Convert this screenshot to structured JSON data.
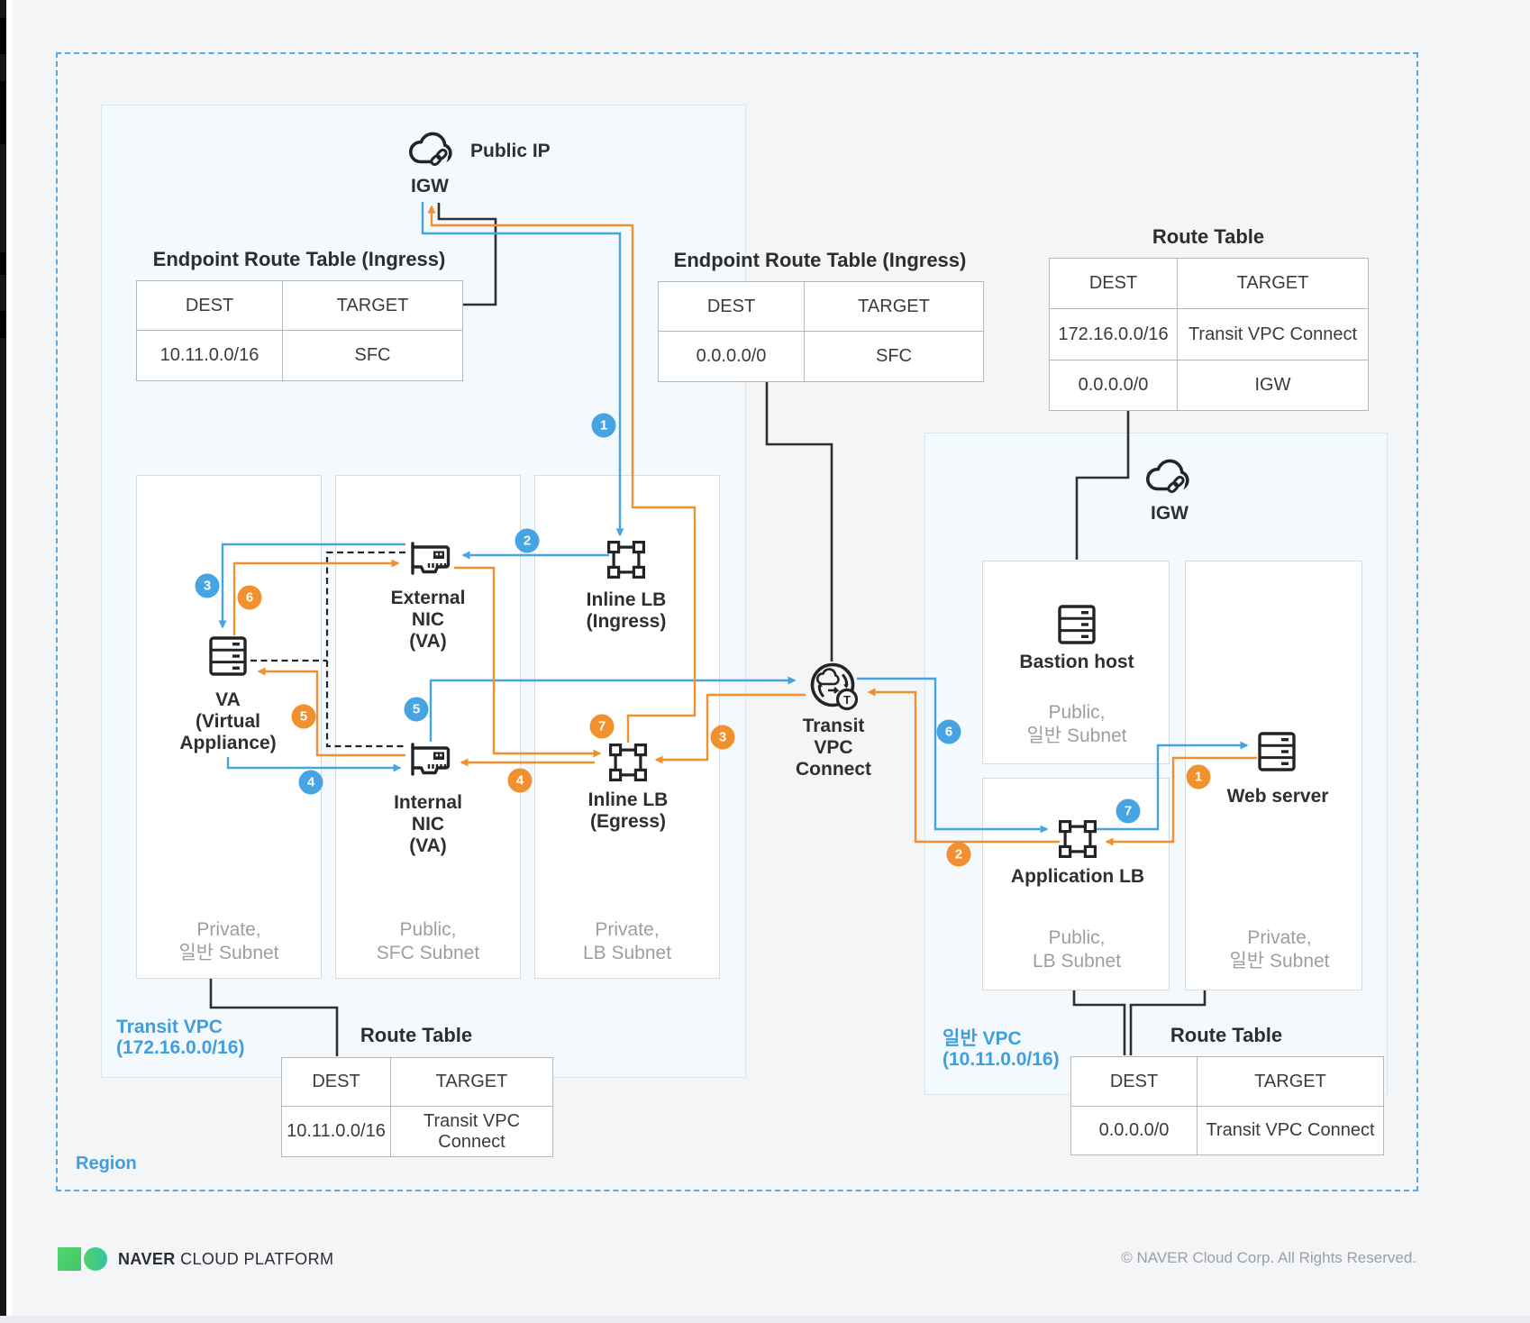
{
  "colors": {
    "accent_blue": "#45a4e1",
    "accent_orange": "#f0902e",
    "line_black": "#2e2f31",
    "vpc_fill": "#f3f9fd",
    "region_border": "#5aaadf",
    "subnet_text_gray": "#9b9fa4",
    "brand_green": "#49d166"
  },
  "region": {
    "label": "Region"
  },
  "public_ip_cloud": {
    "label": "Public IP",
    "gateway": "IGW"
  },
  "right_cloud": {
    "gateway": "IGW"
  },
  "vpcs": {
    "transit": {
      "name": "Transit VPC",
      "cidr": "(172.16.0.0/16)"
    },
    "general": {
      "name": "일반 VPC",
      "cidr": "(10.11.0.0/16)"
    }
  },
  "tables": {
    "t1": {
      "title": "Endpoint Route Table (Ingress)",
      "headers": [
        "DEST",
        "TARGET"
      ],
      "rows": [
        [
          "10.11.0.0/16",
          "SFC"
        ]
      ]
    },
    "t2": {
      "title": "Endpoint Route Table (Ingress)",
      "headers": [
        "DEST",
        "TARGET"
      ],
      "rows": [
        [
          "0.0.0.0/0",
          "SFC"
        ]
      ]
    },
    "t3": {
      "title": "Route Table",
      "headers": [
        "DEST",
        "TARGET"
      ],
      "rows": [
        [
          "172.16.0.0/16",
          "Transit VPC Connect"
        ],
        [
          "0.0.0.0/0",
          "IGW"
        ]
      ]
    },
    "t4": {
      "title": "Route Table",
      "headers": [
        "DEST",
        "TARGET"
      ],
      "rows": [
        [
          "10.11.0.0/16",
          "Transit VPC Connect"
        ]
      ]
    },
    "t5": {
      "title": "Route Table",
      "headers": [
        "DEST",
        "TARGET"
      ],
      "rows": [
        [
          "0.0.0.0/0",
          "Transit VPC Connect"
        ]
      ]
    }
  },
  "nodes": {
    "va": {
      "line1": "VA",
      "line2": "(Virtual",
      "line3": "Appliance)"
    },
    "external_nic": {
      "line1": "External",
      "line2": "NIC",
      "line3": "(VA)"
    },
    "internal_nic": {
      "line1": "Internal",
      "line2": "NIC",
      "line3": "(VA)"
    },
    "lb_ingress": {
      "line1": "Inline LB",
      "line2": "(Ingress)"
    },
    "lb_egress": {
      "line1": "Inline LB",
      "line2": "(Egress)"
    },
    "transit_connect": {
      "line1": "Transit",
      "line2": "VPC",
      "line3": "Connect",
      "badge": "T"
    },
    "bastion": {
      "line1": "Bastion host"
    },
    "app_lb": {
      "line1": "Application LB"
    },
    "web": {
      "line1": "Web server"
    }
  },
  "subnets": {
    "s1": {
      "line1": "Private,",
      "line2": "일반 Subnet"
    },
    "s2": {
      "line1": "Public,",
      "line2": "SFC Subnet"
    },
    "s3": {
      "line1": "Private,",
      "line2": "LB Subnet"
    },
    "bastion": {
      "line1": "Public,",
      "line2": "일반 Subnet"
    },
    "app": {
      "line1": "Public,",
      "line2": "LB Subnet"
    },
    "web": {
      "line1": "Private,",
      "line2": "일반 Subnet"
    }
  },
  "badges": {
    "blue": [
      "1",
      "2",
      "3",
      "4",
      "5",
      "6",
      "7"
    ],
    "orange": [
      "1",
      "2",
      "3",
      "4",
      "5",
      "6",
      "7"
    ]
  },
  "footer": {
    "brand_bold": "NAVER",
    "brand_rest": "CLOUD PLATFORM",
    "copyright": "© NAVER Cloud Corp. All Rights Reserved."
  }
}
